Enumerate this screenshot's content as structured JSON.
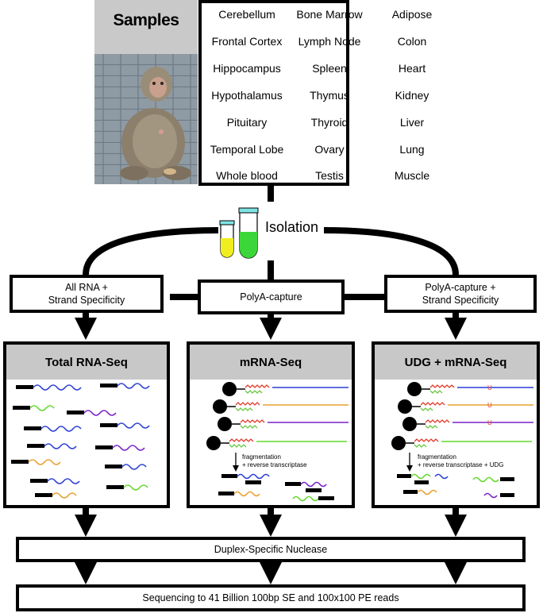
{
  "samples": {
    "title": "Samples",
    "image": "rhesus-macaque-photo",
    "tissues": [
      [
        "Cerebellum",
        "Bone Marrow",
        "Adipose"
      ],
      [
        "Frontal Cortex",
        "Lymph Node",
        "Colon"
      ],
      [
        "Hippocampus",
        "Spleen",
        "Heart"
      ],
      [
        "Hypothalamus",
        "Thymus",
        "Kidney"
      ],
      [
        "Pituitary",
        "Thyroid",
        "Liver"
      ],
      [
        "Temporal Lobe",
        "Ovary",
        "Lung"
      ],
      [
        "Whole blood",
        "Testis",
        "Muscle"
      ]
    ]
  },
  "isolation": {
    "label": "Isolation",
    "tube_colors": [
      "#f0ee1e",
      "#3dd63a"
    ],
    "tube_cap_color": "#7fe4e4"
  },
  "protocols": [
    {
      "line1": "All RNA +",
      "line2": "Strand Specificity"
    },
    {
      "line1": "PolyA-capture",
      "line2": ""
    },
    {
      "line1": "PolyA-capture +",
      "line2": "Strand Specificity"
    }
  ],
  "panels": [
    {
      "title": "Total RNA-Seq"
    },
    {
      "title": "mRNA-Seq",
      "annotation_line1": "fragmentation",
      "annotation_line2": "+ reverse transcriptase"
    },
    {
      "title": "UDG + mRNA-Seq",
      "annotation_line1": "fragmentation",
      "annotation_line2": "+ reverse transcriptase + UDG",
      "uracil_mark": "U"
    }
  ],
  "steps": {
    "nuclease": "Duplex-Specific Nuclease",
    "sequencing": "Sequencing to 41 Billion 100bp SE and 100x100 PE reads"
  },
  "colors": {
    "blue": "#2c3fd6",
    "orange": "#e8a030",
    "green": "#63d92e",
    "purple": "#7a22c8",
    "red": "#e23a2a",
    "primer_green": "#69c840",
    "header_gray": "#c8c8c8"
  }
}
